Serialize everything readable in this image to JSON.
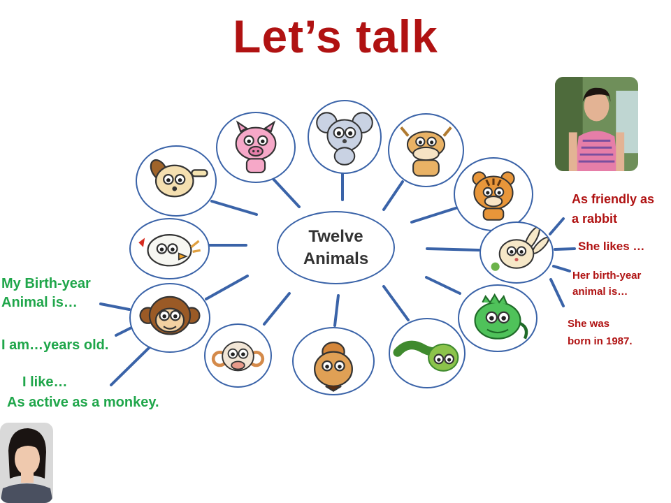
{
  "title": "Let’s talk",
  "center": {
    "line1": "Twelve",
    "line2": "Animals"
  },
  "animals": [
    {
      "name": "rat"
    },
    {
      "name": "ox"
    },
    {
      "name": "tiger"
    },
    {
      "name": "rabbit"
    },
    {
      "name": "dragon"
    },
    {
      "name": "snake"
    },
    {
      "name": "horse"
    },
    {
      "name": "goat"
    },
    {
      "name": "monkey"
    },
    {
      "name": "rooster"
    },
    {
      "name": "dog"
    },
    {
      "name": "pig"
    }
  ],
  "left_prompts": {
    "birth_year_line1": "My Birth-year",
    "birth_year_line2": "Animal is…",
    "age": "I am…years old.",
    "like": "I like…",
    "active": "As active as a monkey."
  },
  "right_prompts": {
    "friendly_line1": "As friendly as",
    "friendly_line2": "a rabbit",
    "likes": "She likes …",
    "birth_year_line1": "Her birth-year",
    "birth_year_line2": "animal is…",
    "born_line1": "She was",
    "born_line2": "born in 1987."
  },
  "colors": {
    "title": "#b01212",
    "green_text": "#1fa64a",
    "red_text": "#b01212",
    "line": "#3a63a8"
  }
}
